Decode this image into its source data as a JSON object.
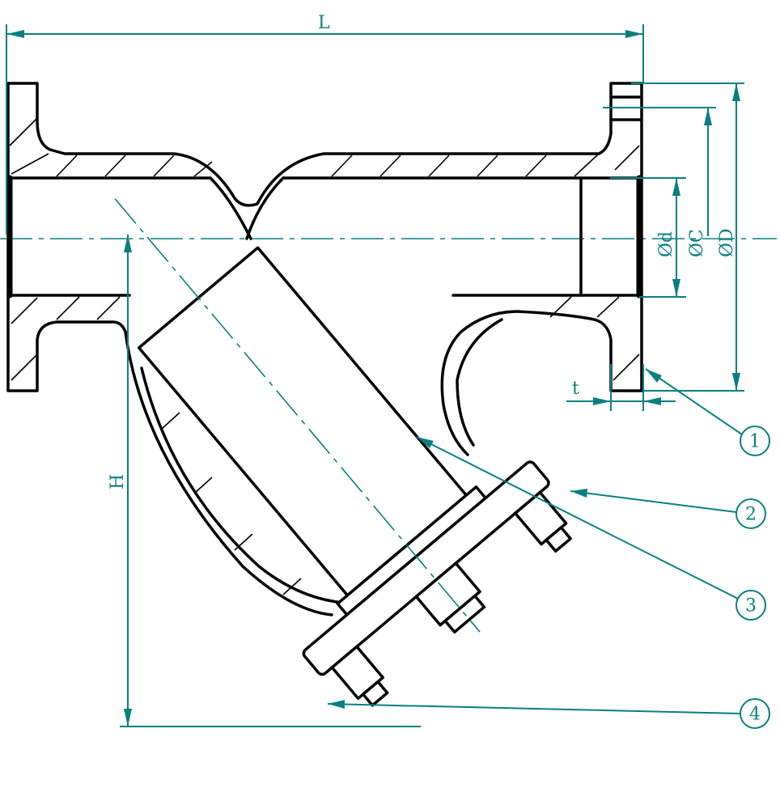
{
  "title": "Y-strainer flanged dimension drawing",
  "colors": {
    "dimension": "#0a7f80",
    "outline": "#000000"
  },
  "dimensions": {
    "L": "L",
    "H": "H",
    "D": "ØD",
    "C": "ØC",
    "d": "Ød",
    "t": "t"
  },
  "callouts": [
    "1",
    "2",
    "3",
    "4"
  ]
}
